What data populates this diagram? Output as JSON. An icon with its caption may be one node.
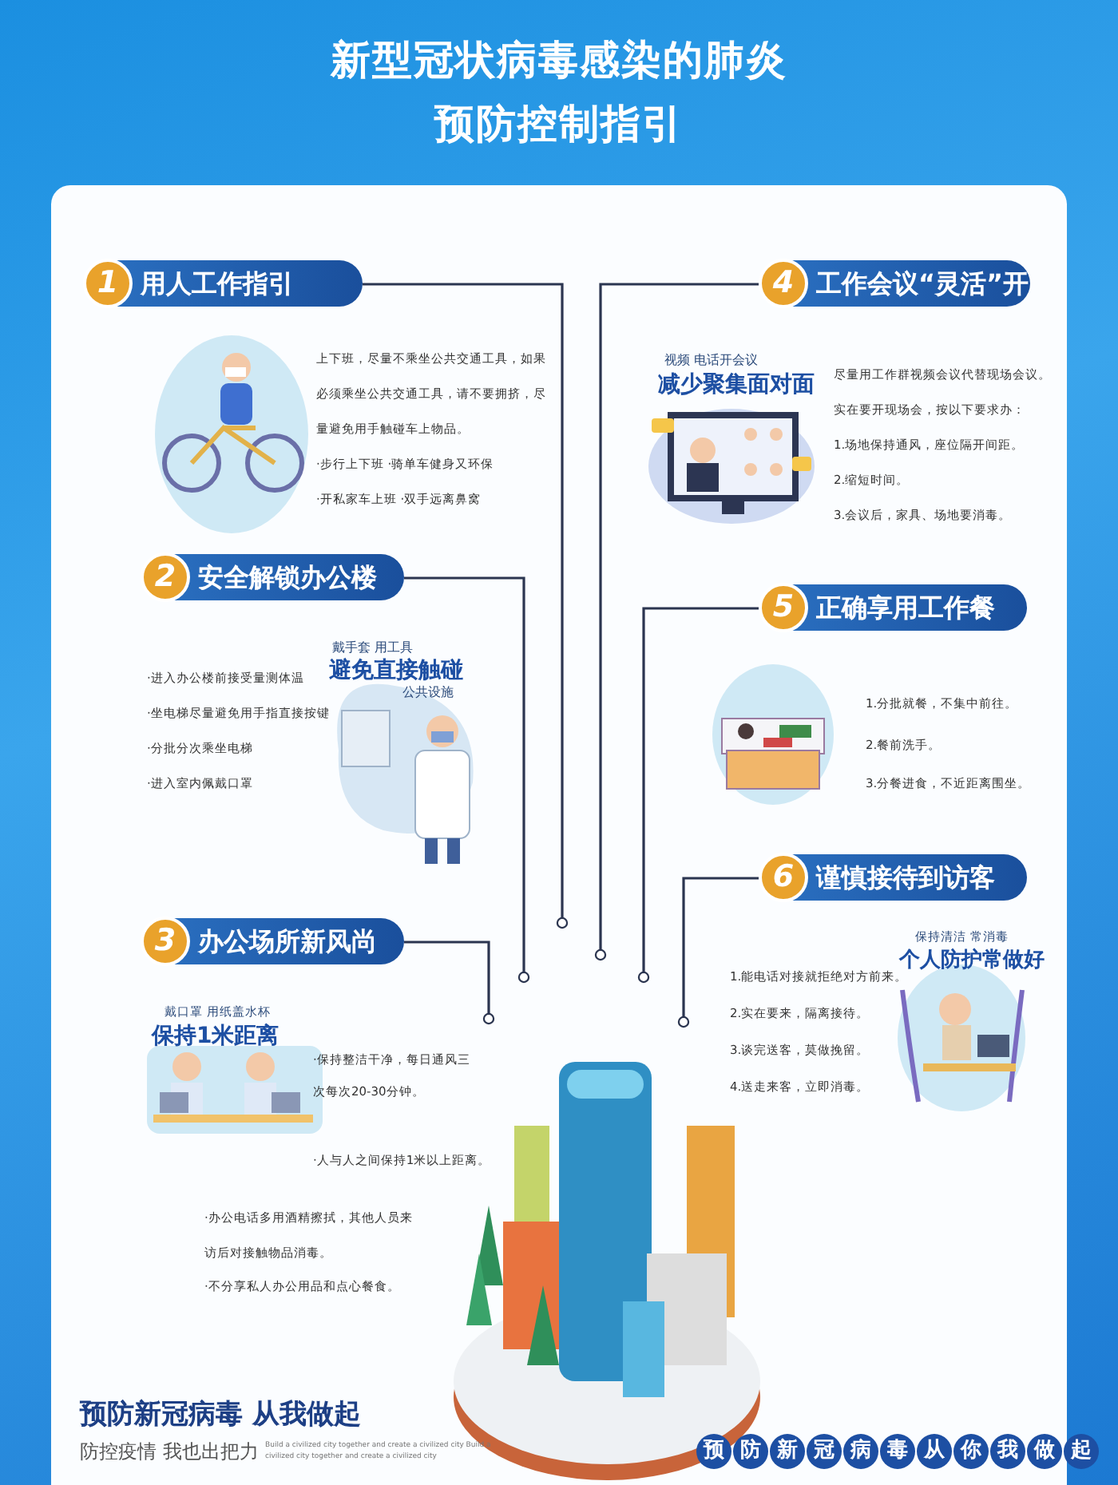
{
  "diagram": {
    "title": "新型冠状病毒感染的肺炎预防控制指引",
    "nodes": [
      {
        "text": [
          "1",
          "用人工作指引"
        ]
      },
      {
        "text": [
          "2",
          "安全解锁办公楼"
        ]
      },
      {
        "text": [
          "3",
          "办公场所新风尚"
        ]
      },
      {
        "text": [
          "4",
          "工作会议“灵活”开"
        ]
      },
      {
        "text": [
          "5",
          "正确享用工作餐"
        ]
      },
      {
        "text": [
          "6",
          "谨慎接待到访客"
        ]
      }
    ],
    "edges": [
      {
        "from": 0,
        "to": null,
        "arrow": "other"
      },
      {
        "from": 1,
        "to": null,
        "arrow": "other"
      },
      {
        "from": 2,
        "to": null,
        "arrow": "other"
      },
      {
        "from": 3,
        "to": null,
        "arrow": "other"
      },
      {
        "from": 4,
        "to": null,
        "arrow": "other"
      },
      {
        "from": 5,
        "to": null,
        "arrow": "other"
      }
    ],
    "labels": [
      "上下班，尽量不乘坐公共交通工具，如果必须乘坐公共交通工具，请不要拥挤，尽量避免用手触碰车上物品。",
      "·步行上下班 ·骑单车健身又环保",
      "·开私家车上班 ·双手远离鼻窝",
      "视频 电话开会议",
      "减少聚集面对面",
      "尽量用工作群视频会议代替现场会议。",
      "实在要开现场会，按以下要求办：",
      "1.场地保持通风，座位隔开间距。",
      "2.缩短时间。",
      "3.会议后，家具、场地要消毒。",
      "·进入办公楼前接受量测体温",
      "·坐电梯尽量避免用手指直接按键",
      "·分批分次乘坐电梯",
      "·进入室内佩戴口罩",
      "戴手套 用工具",
      "避免直接触碰",
      "公共设施",
      "1.分批就餐，不集中前往。",
      "2.餐前洗手。",
      "3.分餐进食，不近距离围坐。",
      "保持清洁 常消毒",
      "个人防护常做好",
      "1.能电话对接就拒绝对方前来。",
      "2.实在要来，隔离接待。",
      "3.谈完送客，莫做挽留。",
      "4.送走来客，立即消毒。",
      "戴口罩 用纸盖水杯",
      "保持1米距离",
      "·保持整洁干净，每日通风三次每次20-30分钟。",
      "·人与人之间保持1米以上距离。",
      "·办公电话多用酒精擦拭，其他人员来访后对接触物品消毒。",
      "·不分享私人办公用品和点心餐食。",
      "预防新冠病毒 从我做起",
      "防控疫情 我也出把力",
      "Build a civilized city together and create a civilized city Build a civilized city together and create a civilized city",
      "预防新冠病毒从你我做起"
    ]
  }
}
